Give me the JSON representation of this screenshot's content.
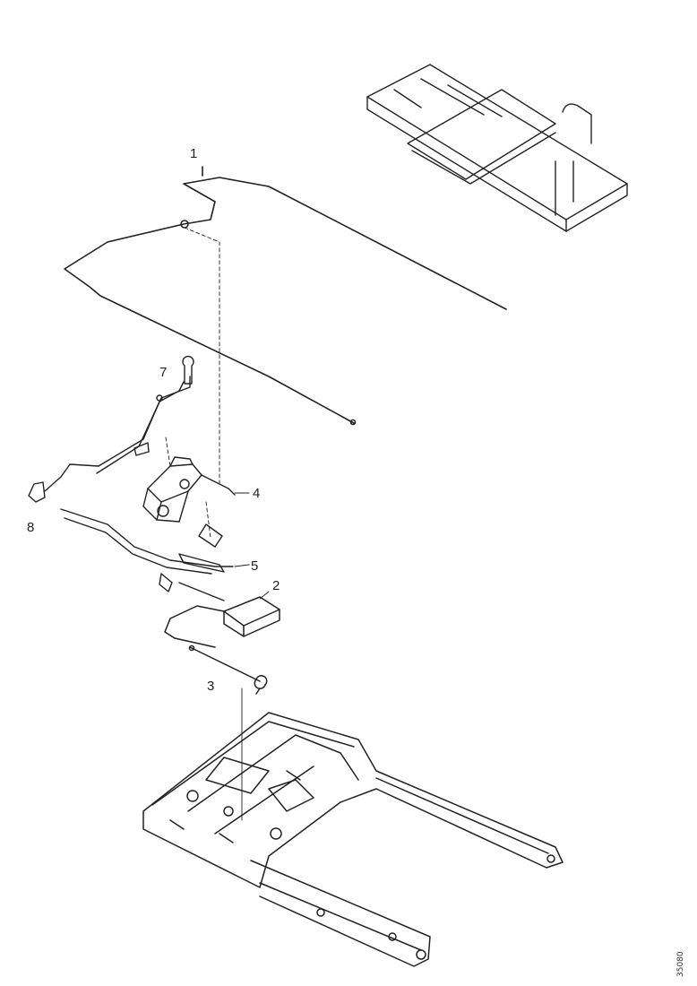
{
  "diagram": {
    "callouts": [
      {
        "id": "1",
        "label": "1"
      },
      {
        "id": "2",
        "label": "2"
      },
      {
        "id": "3",
        "label": "3"
      },
      {
        "id": "4",
        "label": "4"
      },
      {
        "id": "5",
        "label": "5"
      },
      {
        "id": "7",
        "label": "7"
      },
      {
        "id": "8",
        "label": "8"
      }
    ],
    "reference_code": "35080"
  },
  "colors": {
    "ink": "#222222",
    "paper": "#ffffff"
  }
}
